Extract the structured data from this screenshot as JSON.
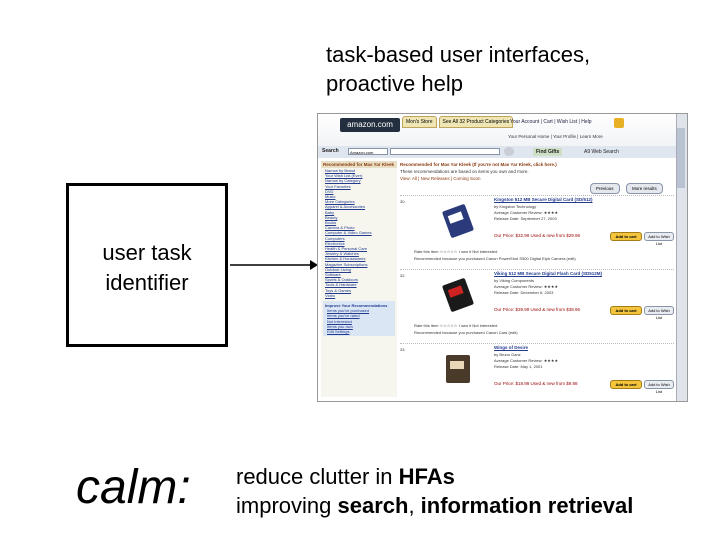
{
  "slide": {
    "title": "task-based user interfaces, proactive help",
    "box_label": "user task identifier",
    "calm": "calm:",
    "desc_line1_plain": "reduce clutter in ",
    "desc_line1_bold": "HFAs",
    "desc_line2_plain1": "improving ",
    "desc_line2_bold1": "search",
    "desc_line2_plain2": ", ",
    "desc_line2_bold2": "information retrieval"
  },
  "screenshot": {
    "logo": "amazon.com",
    "tabs": [
      "Mon's Store",
      "See All 32 Product Categories"
    ],
    "top_links": "Your Account | Cart | Wish List | Help",
    "sub_links": "Your Personal Home | Your Profile | Learn More",
    "search_label": "Search",
    "search_select": "Amazon.com",
    "find_gifts": "Find Gifts",
    "quick_search": "A9 Web Search",
    "sidebar": {
      "header": "Recommended for Mas Yar Kleek",
      "items": [
        "Narrow by Brand",
        "Your Wish List (Ever)",
        "Narrow by Category",
        "Your Favorites",
        "DVD",
        "Music",
        "More Categories",
        "Apparel & Accessories",
        "Baby",
        "Beauty",
        "Books",
        "Camera & Photo",
        "Computer & Video Games",
        "Computers",
        "Electronics",
        "Health & Personal Care",
        "Jewelry & Watches",
        "Kitchen & Housewares",
        "Magazine Subscriptions",
        "Outdoor Living",
        "Software",
        "Sports & Outdoors",
        "Tools & Hardware",
        "Toys & Games",
        "Video"
      ],
      "box_head": "Improve Your Recommendations",
      "box_items": [
        "Items you've purchased",
        "Items you've rated",
        "Not interested",
        "Items you own",
        "Edit Settings"
      ]
    },
    "main": {
      "header": "Recommended for Mas Yar Kleek (If you're not Mas Yar Kleek, click here.)",
      "sub": "These recommendations are based on items you own and more.",
      "view": "View: All | New Releases | Coming Soon",
      "prev": "Previous",
      "next": "More results",
      "products": [
        {
          "num": "30.",
          "title": "Kingston 512 MB Secure Digital Card (SD/512)",
          "by": "by Kingston Technology",
          "avg": "Average Customer Review: ★★★★",
          "date": "Release Date: September 27, 2003",
          "price": "Our Price: $32.99  Used & new from $29.98",
          "rate": "Rate this item ☆☆☆☆☆   I own it   Not interested",
          "because": "Recommended because you purchased Canon PowerShot S500 Digital Elph Camera (edit)"
        },
        {
          "num": "32.",
          "title": "Viking 512 MB Secure Digital Flash Card (SD512M)",
          "by": "by Viking Components",
          "avg": "Average Customer Review: ★★★★",
          "date": "Release Date: December 6, 2003",
          "price": "Our Price: $39.99  Used & new from $38.96",
          "rate": "Rate this item ☆☆☆☆☆   I own it   Not interested",
          "because": "Recommended because you purchased Canon Card (edit)"
        },
        {
          "num": "33.",
          "title": "Wings of Desire",
          "by": "by Bruno Ganz",
          "avg": "Average Customer Review: ★★★★",
          "date": "Release Date: May 1, 2001",
          "price": "Our Price: $18.98  Used & new from $9.98",
          "rate": "",
          "because": ""
        }
      ],
      "add_cart": "Add to cart",
      "add_wish": "Add to Wish List"
    }
  }
}
